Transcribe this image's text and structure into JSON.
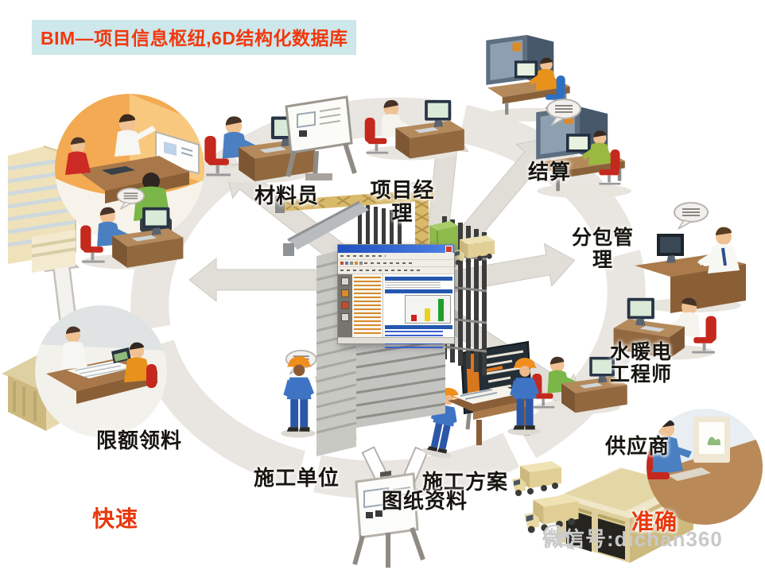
{
  "header": {
    "title": "BIM—项目信息枢纽,6D结构化数据库"
  },
  "labels": {
    "material_clerk": "材料员",
    "project_manager": "项目经理",
    "settlement": "结算",
    "subcontract_mgmt": "分包管理",
    "mep_engineer": "水暖电工程师",
    "supplier": "供应商",
    "quota_material_requisition": "限额领料",
    "construction_unit": "施工单位",
    "construction_plan": "施工方案",
    "drawing_documents": "图纸资料",
    "fast": "快速",
    "accurate": "准确"
  },
  "watermark": {
    "wechat_id": "微信号:dichan360"
  },
  "colors": {
    "accent_red": "#e8380d",
    "title_red": "#f2370e",
    "title_bg": "#cde7ea",
    "label_black": "#17150f",
    "watermark_gray": "#c9c9c9",
    "ring_gray": "#e9e6e1",
    "arrow_gray": "#e1ded8"
  }
}
